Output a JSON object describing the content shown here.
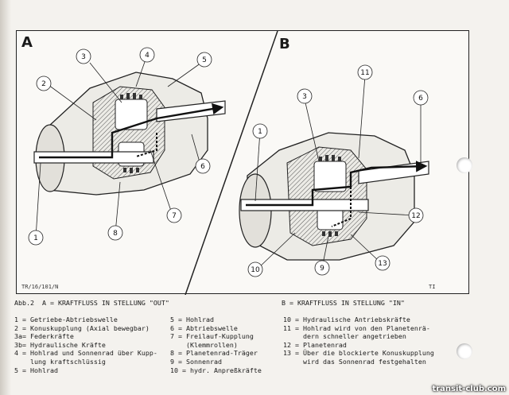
{
  "figure": {
    "panel_a_label": "A",
    "panel_b_label": "B",
    "ref_left": "TR/16/101/N",
    "ref_right": "TI"
  },
  "callouts_a": [
    "3",
    "4",
    "5",
    "2",
    "6",
    "7",
    "8",
    "1"
  ],
  "callouts_b": [
    "11",
    "3",
    "6",
    "1",
    "12",
    "13",
    "9",
    "10"
  ],
  "caption": {
    "title_a": "Abb.2  A = KRAFTFLUSS IN STELLUNG \"OUT\"",
    "title_b": "B = KRAFTFLUSS IN STELLUNG \"IN\"",
    "legend_col1": [
      "1 = Getriebe-Abtriebswelle",
      "2 = Konuskupplung (Axial bewegbar)",
      "3a= Federkräfte",
      "3b= Hydraulische Kräfte",
      "4 = Hohlrad und Sonnenrad über Kupp-",
      "    lung kraftschlüssig",
      "5 = Hohlrad"
    ],
    "legend_col2": [
      "5 = Hohlrad",
      "6 = Abtriebswelle",
      "7 = Freilauf-Kupplung",
      "    (Klemmrollen)",
      "8 = Planetenrad-Träger",
      "9 = Sonnenrad",
      "10 = hydr. Anpreßkräfte"
    ],
    "legend_col3": [
      "10 = Hydraulische Antriebskräfte",
      "11 = Hohlrad wird von den Planetenrä-",
      "     dern schneller angetrieben",
      "12 = Planetenrad",
      "13 = Über die blockierte Konuskupplung",
      "     wird das Sonnenrad festgehalten"
    ]
  },
  "watermark": "transit-club.com"
}
